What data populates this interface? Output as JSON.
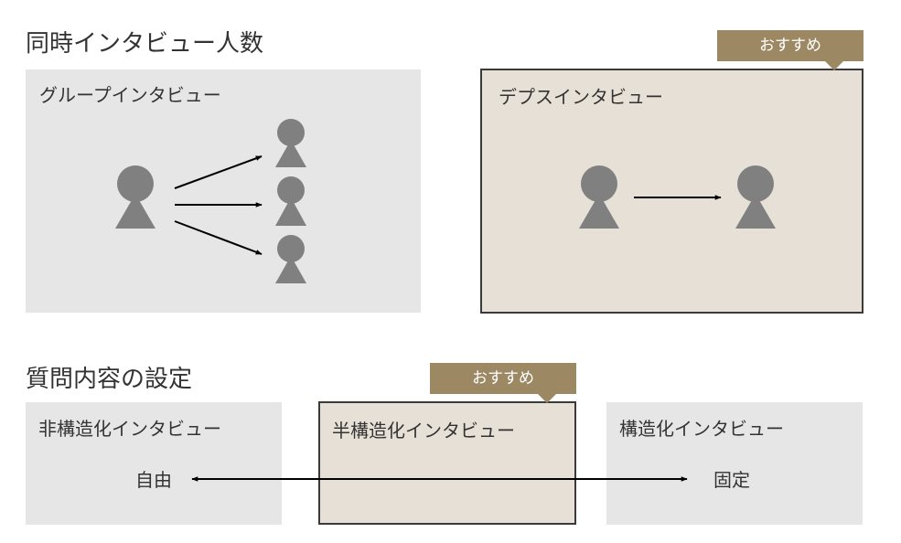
{
  "top_section": {
    "title": "同時インタビュー人数",
    "group_panel": {
      "label": "グループインタビュー",
      "icon": "person-icon",
      "respondent_count": 3
    },
    "depth_panel": {
      "label": "デプスインタビュー",
      "badge": "おすすめ",
      "icon": "person-icon",
      "respondent_count": 1
    }
  },
  "bottom_section": {
    "title": "質問内容の設定",
    "unstructured": {
      "label": "非構造化インタビュー",
      "end_label": "自由"
    },
    "semi_structured": {
      "label": "半構造化インタビュー",
      "badge": "おすすめ"
    },
    "structured": {
      "label": "構造化インタビュー",
      "end_label": "固定"
    }
  },
  "colors": {
    "gray_panel": "#e6e6e6",
    "beige_panel": "#e6e0d6",
    "badge": "#9c8863",
    "person": "#808080",
    "arrow": "#000000"
  }
}
